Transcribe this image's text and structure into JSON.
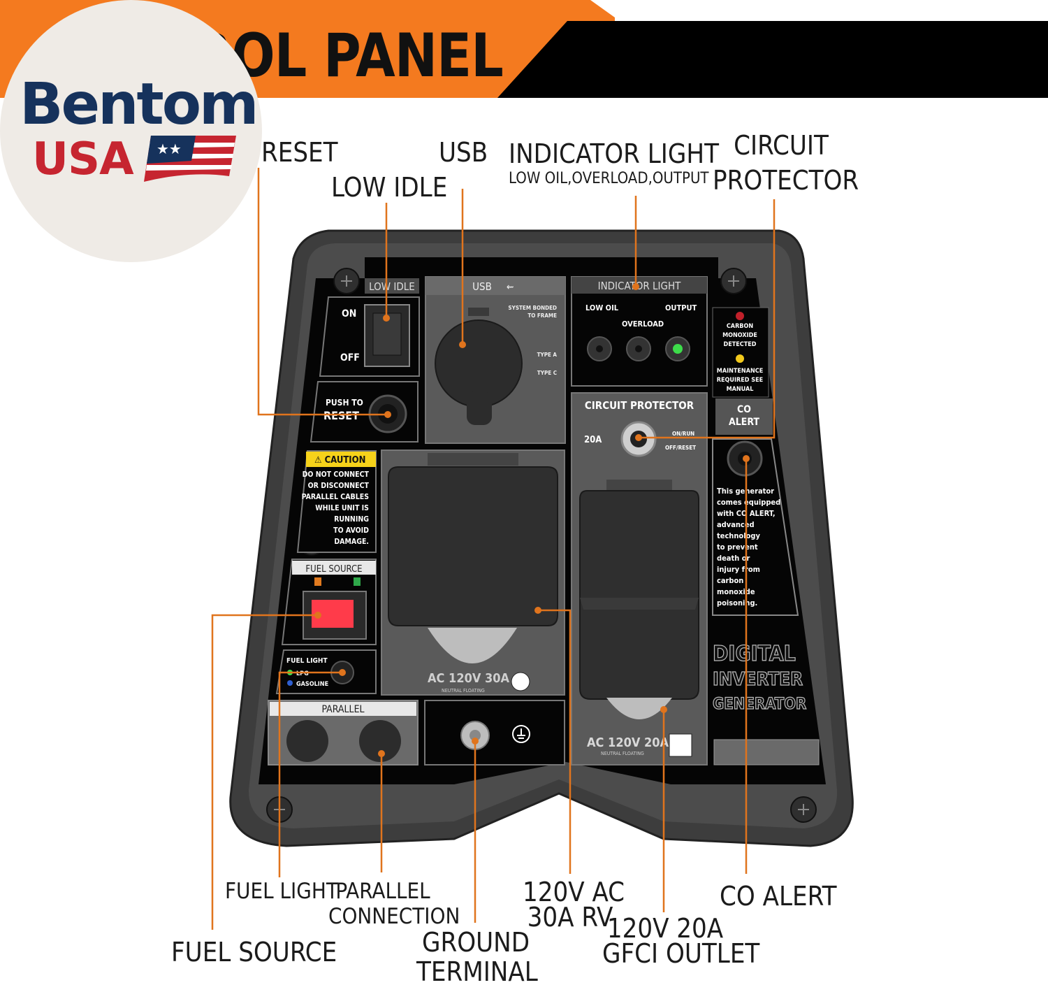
{
  "banner": {
    "title": "ROL PANEL"
  },
  "logo": {
    "brand": "Bentom",
    "country": "USA"
  },
  "callouts": {
    "reset": "RESET",
    "low_idle": "LOW IDLE",
    "usb": "USB",
    "indicator_light": "INDICATOR LIGHT",
    "indicator_light_sub": "LOW OIL,OVERLOAD,OUTPUT",
    "circuit_protector_1": "CIRCUIT",
    "circuit_protector_2": "PROTECTOR",
    "fuel_light": "FUEL LIGHT",
    "parallel_1": "PARALLEL",
    "parallel_2": "CONNECTION",
    "ac30_1": "120V AC",
    "ac30_2": "30A RV",
    "co_alert": "CO ALERT",
    "gfci_1": "120V 20A",
    "gfci_2": "GFCI OUTLET",
    "fuel_source": "FUEL SOURCE",
    "ground_1": "GROUND",
    "ground_2": "TERMINAL"
  },
  "panel": {
    "low_idle": "LOW IDLE",
    "on": "ON",
    "off": "OFF",
    "push_to": "PUSH TO",
    "reset": "RESET",
    "usb": "USB",
    "system_bonded_1": "SYSTEM BONDED",
    "system_bonded_2": "TO FRAME",
    "type_a": "TYPE A",
    "type_c": "TYPE C",
    "indicator_light": "INDICATOR LIGHT",
    "low_oil": "LOW OIL",
    "overload": "OVERLOAD",
    "output": "OUTPUT",
    "co_detected_1": "CARBON",
    "co_detected_2": "MONOXIDE",
    "co_detected_3": "DETECTED",
    "maint_1": "MAINTENANCE",
    "maint_2": "REQUIRED SEE",
    "maint_3": "MANUAL",
    "co_alert_1": "CO",
    "co_alert_2": "ALERT",
    "circuit_protector": "CIRCUIT PROTECTOR",
    "amps_20": "20A",
    "on_run": "ON/RUN",
    "off_reset": "OFF/RESET",
    "caution": "CAUTION",
    "caution_lines": [
      "DO NOT CONNECT",
      "OR DISCONNECT",
      "PARALLEL CABLES",
      "WHILE UNIT IS",
      "RUNNING",
      "TO AVOID",
      "DAMAGE."
    ],
    "fuel_source": "FUEL SOURCE",
    "fuel_light": "FUEL LIGHT",
    "lpg": "LPG",
    "gasoline": "GASOLINE",
    "parallel": "PARALLEL",
    "ac30": "AC 120V 30A",
    "neutral_floating": "NEUTRAL FLOATING",
    "ac20": "AC 120V 20A",
    "co_text": [
      "This generator",
      "comes equipped",
      "with CO ALERT,",
      "advanced",
      "technology",
      "to prevent",
      "death or",
      "injury from",
      "carbon",
      "monoxide",
      "poisoning."
    ],
    "digital": "DIGITAL",
    "inverter": "INVERTER",
    "generator": "GENERATOR"
  },
  "colors": {
    "accent_orange": "#f47a1f",
    "brand_navy": "#16325c",
    "brand_red": "#c62530",
    "switch_red": "#ff3b4a",
    "led_green": "#3ddc4a"
  }
}
